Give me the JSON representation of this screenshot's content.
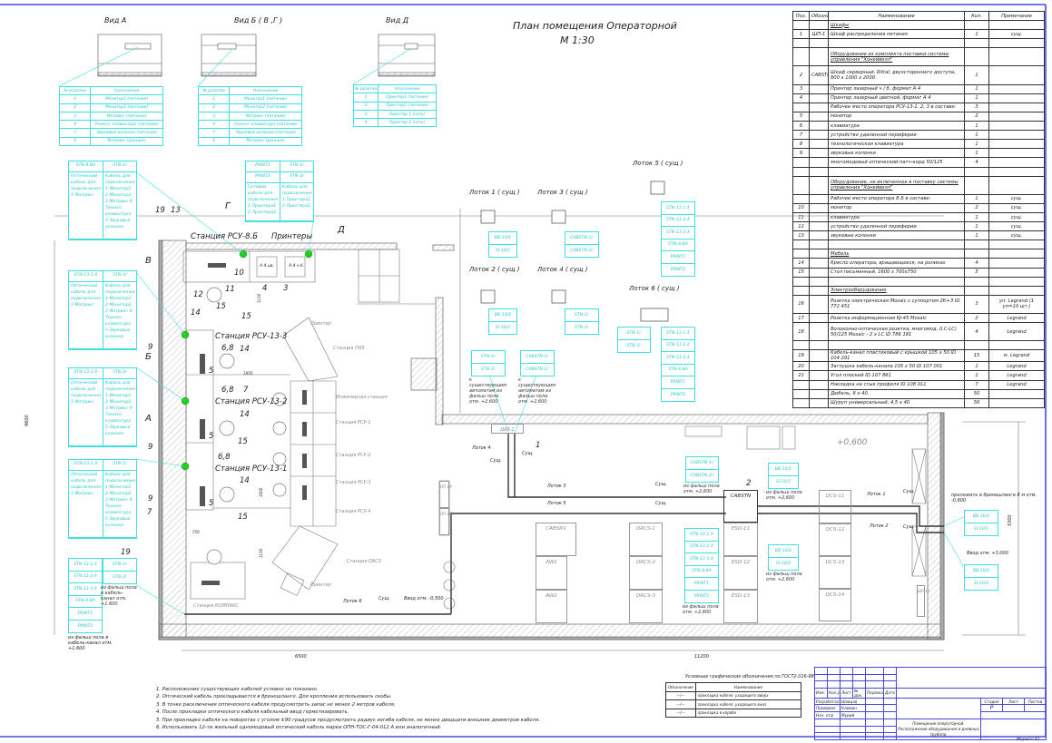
{
  "title": {
    "line1": "План помещения Операторной",
    "line2": "М 1:30"
  },
  "views": [
    {
      "title": "Вид А",
      "header": [
        "№ розетки",
        "Назначение"
      ],
      "rows": [
        [
          "1",
          "Монитор1 (питание)"
        ],
        [
          "2",
          "Монитор2 (питание)"
        ],
        [
          "3",
          "Матрикс (питание)"
        ],
        [
          "4",
          "Технол. клавиатура (питание)"
        ],
        [
          "5",
          "Звуковые колонки (питание)"
        ],
        [
          "6",
          "Матрикс (данные)"
        ]
      ]
    },
    {
      "title": "Вид Б ( В ,Г )",
      "header": [
        "№ розетки",
        "Назначение"
      ],
      "rows": [
        [
          "1",
          "Монитор1 (питание)"
        ],
        [
          "2",
          "Монитор2 (питание)"
        ],
        [
          "3",
          "Матрикс (питание)"
        ],
        [
          "4",
          "Технол. клавиатура (питание)"
        ],
        [
          "5",
          "Звуковые колонки (питание)"
        ],
        [
          "6",
          "Матрикс (данные)"
        ]
      ]
    },
    {
      "title": "Вид Д",
      "header": [
        "№ розетки",
        "Назначение"
      ],
      "rows": [
        [
          "1",
          "Принтер1 (питание)"
        ],
        [
          "2",
          "Принтер2 (питание)"
        ],
        [
          "3",
          "Принтер 1 (сеть)"
        ],
        [
          "4",
          "Принтер 2 (сеть)"
        ]
      ]
    }
  ],
  "spec": {
    "headers": [
      "Поз.",
      "Обозначение",
      "Наименование",
      "Кол.",
      "Примечание"
    ],
    "rows": [
      {
        "pos": "",
        "code": "",
        "name": "Шкафы",
        "qty": "",
        "note": "",
        "lines": 1,
        "sec": true
      },
      {
        "pos": "1",
        "code": "ШП-1",
        "name": "Шкаф распределения питания",
        "qty": "1",
        "note": "сущ.",
        "lines": 1
      },
      {
        "pos": "",
        "code": "",
        "name": "",
        "qty": "",
        "note": "",
        "lines": 1
      },
      {
        "pos": "",
        "code": "",
        "name": "Оборудование из комплекта поставки системы управления \"Хонейвелл\"",
        "qty": "",
        "note": "",
        "lines": 2,
        "sec": true
      },
      {
        "pos": "2",
        "code": "CABSTN",
        "name": "Шкаф серверный, Rittal, двухстороннего доступа, 800 x 1000 x 2000",
        "qty": "1",
        "note": "",
        "lines": 2
      },
      {
        "pos": "3",
        "code": "",
        "name": "Принтер лазерный ч / б, формат А 4",
        "qty": "1",
        "note": "",
        "lines": 1
      },
      {
        "pos": "4",
        "code": "",
        "name": "Принтер лазерный цветной, формат А 4",
        "qty": "1",
        "note": "",
        "lines": 1
      },
      {
        "pos": "",
        "code": "",
        "name": "Рабочее место оператора РСУ-13-1, 2, 3 в составе:",
        "qty": "3",
        "note": "",
        "lines": 1
      },
      {
        "pos": "5",
        "code": "",
        "name": "монитор",
        "qty": "2",
        "note": "",
        "lines": 1
      },
      {
        "pos": "6",
        "code": "",
        "name": "клавиатура",
        "qty": "1",
        "note": "",
        "lines": 1
      },
      {
        "pos": "7",
        "code": "",
        "name": "устройство удаленной периферии",
        "qty": "1",
        "note": "",
        "lines": 1
      },
      {
        "pos": "8",
        "code": "",
        "name": "технологическая клавиатура",
        "qty": "1",
        "note": "",
        "lines": 1
      },
      {
        "pos": "9",
        "code": "",
        "name": "звуковые колонки",
        "qty": "1",
        "note": "",
        "lines": 1
      },
      {
        "pos": "",
        "code": "",
        "name": "многомодовый оптический патч-корд 50/125",
        "qty": "4",
        "note": "",
        "lines": 1
      },
      {
        "pos": "",
        "code": "",
        "name": "",
        "qty": "",
        "note": "",
        "lines": 1
      },
      {
        "pos": "",
        "code": "",
        "name": "Оборудование, не включенное в поставку системы управления \"Хонейвелл\"",
        "qty": "",
        "note": "",
        "lines": 2,
        "sec": true
      },
      {
        "pos": "",
        "code": "",
        "name": "Рабочее место оператора В.Б в составе:",
        "qty": "1",
        "note": "сущ.",
        "lines": 1
      },
      {
        "pos": "10",
        "code": "",
        "name": "монитор",
        "qty": "2",
        "note": "сущ.",
        "lines": 1
      },
      {
        "pos": "11",
        "code": "",
        "name": "клавиатура",
        "qty": "1",
        "note": "сущ.",
        "lines": 1
      },
      {
        "pos": "12",
        "code": "",
        "name": "устройство удаленной периферии",
        "qty": "1",
        "note": "сущ.",
        "lines": 1
      },
      {
        "pos": "13",
        "code": "",
        "name": "звуковые колонки",
        "qty": "1",
        "note": "сущ.",
        "lines": 1
      },
      {
        "pos": "",
        "code": "",
        "name": "",
        "qty": "",
        "note": "",
        "lines": 1
      },
      {
        "pos": "",
        "code": "",
        "name": "Мебель",
        "qty": "",
        "note": "",
        "lines": 1,
        "sec": true
      },
      {
        "pos": "14",
        "code": "",
        "name": "Кресло оператора, вращающееся, на роликах",
        "qty": "4",
        "note": "",
        "lines": 1
      },
      {
        "pos": "15",
        "code": "",
        "name": "Стол письменный, 1600 x 700x750",
        "qty": "5",
        "note": "",
        "lines": 1
      },
      {
        "pos": "",
        "code": "",
        "name": "",
        "qty": "",
        "note": "",
        "lines": 1
      },
      {
        "pos": "",
        "code": "",
        "name": "Электрооборудование",
        "qty": "",
        "note": "",
        "lines": 1,
        "sec": true
      },
      {
        "pos": "16",
        "code": "",
        "name": "Розетка электрическая Mosaic с суппортом 2К+З ID 772 451",
        "qty": "3",
        "note": "уп. Legrand (1 уп=10 шт.)",
        "lines": 2
      },
      {
        "pos": "17",
        "code": "",
        "name": "Розетка информационная RJ-45 Mosaic",
        "qty": "2",
        "note": "Legrand",
        "lines": 1
      },
      {
        "pos": "18",
        "code": "",
        "name": "Волоконно-оптическая розетка, многомод, (LC-LC) 50/125 Mosaic - 2 x LC ID 786 181",
        "qty": "4",
        "note": "Legrand",
        "lines": 2
      },
      {
        "pos": "",
        "code": "",
        "name": "",
        "qty": "",
        "note": "",
        "lines": 1
      },
      {
        "pos": "19",
        "code": "",
        "name": "Кабель-канал пластиковый с крышкой 105 x 50 ID 104 291",
        "qty": "15",
        "note": "м. Legrand",
        "lines": 1
      },
      {
        "pos": "20",
        "code": "",
        "name": "Заглушка кабель-канала 105 x 50 ID 107 001",
        "qty": "1",
        "note": "Legrand",
        "lines": 1
      },
      {
        "pos": "21",
        "code": "",
        "name": "Угол плоский ID 107 861",
        "qty": "1",
        "note": "Legrand",
        "lines": 1
      },
      {
        "pos": "",
        "code": "",
        "name": "Накладка на стык профиля ID 108 011",
        "qty": "7",
        "note": "Legrand",
        "lines": 1
      },
      {
        "pos": "",
        "code": "",
        "name": "Дюбель, 8 x 40",
        "qty": "50",
        "note": "",
        "lines": 1
      },
      {
        "pos": "",
        "code": "",
        "name": "Шуруп универсальный, 4,5 x 40",
        "qty": "50",
        "note": "",
        "lines": 1
      }
    ]
  },
  "left_boxes": [
    {
      "h": [
        "STN-8.BA",
        "STN-2г"
      ],
      "b": [
        "Оптический кабель для подключения 1-Матрикс",
        "Кабель для подключения 1-Монитор1 2-Монитор2 3-Матрикс 4-Технол. клавиатура 5-Звуковые колонки"
      ]
    },
    {
      "h": [
        "STN-13-3.X",
        "STN-1г"
      ],
      "b": [
        "Оптический кабель для подключения 1-Матрикс",
        "Кабель для подключения 1-Монитор1 2-Монитор2 3-Матрикс 4-Технол. клавиатура 5-Звуковые колонки"
      ]
    },
    {
      "h": [
        "STN-13-2.X",
        "STN-2г"
      ],
      "b": [
        "Оптический кабель для подключения 1-Матрикс",
        "Кабель для подключения 1-Монитор1 2-Монитор2 3-Матрикс 4-Технол. клавиатура 5-Звуковые колонки"
      ]
    },
    {
      "h": [
        "STN-13-1.X",
        "STN-1г"
      ],
      "b": [
        "Оптический кабель для подключения 1-Матрикс",
        "Кабель для подключения 1-Монитор1 2-Монитор2 3-Матрикс 4-Технол. клавиатура 5-Звуковые колонки"
      ]
    }
  ],
  "printer_box": {
    "rows": [
      [
        "PRINT1",
        "STN-1г"
      ],
      [
        "PRINT2",
        "STN-2г"
      ]
    ],
    "b": [
      "Сетевой кабель для подключения 1-Принтера1 2-Принтера2",
      "Кабель для подключения 1-Принтера1 2-Принтера2"
    ]
  },
  "stacks": [
    {
      "cells": [
        "STN-13-1.X",
        "STN-13-2.X",
        "STN-13-3.X",
        "STN-8.BA",
        "PRINT1",
        "PRINT2"
      ]
    },
    {
      "cells": [
        "STN-1г",
        "STN-2г"
      ],
      "note": "из фальш пола в кабель-канал отм. +1.600"
    },
    {
      "cells": [
        "BB-10/1",
        "SI-10/1"
      ]
    },
    {
      "cells": [
        "CABSTN-1г",
        "CABSTN-2г"
      ]
    },
    {
      "cells": [
        "BB-10/2",
        "SI-10/2"
      ]
    },
    {
      "cells": [
        "STN-1г",
        "STN-2г"
      ]
    },
    {
      "cells": [
        "STN-13-1.X",
        "STN-13-2.X",
        "STN-13-3.X",
        "STN-8.BA",
        "PRINT1",
        "PRINT2"
      ]
    },
    {
      "cells": [
        "STN-1г",
        "STN-2г"
      ]
    },
    {
      "cells": [
        "STN-13-1.X",
        "STN-13-2.X",
        "STN-13-3.X",
        "STN-8.BA",
        "PRINT1",
        "PRINT2"
      ]
    },
    {
      "cells": [
        "STN-1г",
        "STN-2г"
      ],
      "note": "к существующим автоматам из фальш пола отм. +2,600"
    },
    {
      "cells": [
        "CABSTN-1г",
        "CABSTN-2г"
      ],
      "note": "к существующим автоматам из фальш пола отм. +2,600"
    },
    {
      "cells": [
        "CABSTN-1г",
        "CABSTN-2г"
      ],
      "note": "из фальш пола отм. +2,600"
    },
    {
      "cells": [
        "BB-10/1",
        "SI-10/1"
      ],
      "note": "из фальш пола отм. +2,600"
    },
    {
      "cells": [
        "STN-13-1.X",
        "STN-13-2.X",
        "STN-13-3.X",
        "STN-8.BA",
        "PRINT1",
        "PRINT2"
      ],
      "note": "из фальш пола отм. +2,600"
    },
    {
      "cells": [
        "BB-10/2",
        "SI-10/2"
      ],
      "note": "из фальш пола отм. +2,600"
    },
    {
      "cells": [
        "BB-10/1",
        "SI-10/1"
      ]
    },
    {
      "cells": [
        "BB-10/2",
        "SI-10/2"
      ]
    }
  ],
  "plan_texts": [
    "Лоток 1 ( сущ )",
    "Лоток 3 ( сущ )",
    "Лоток 2 ( сущ )",
    "Лоток 4 ( сущ )",
    "Лоток 5 ( сущ )",
    "Лоток 6 ( сущ )",
    "Станция РСУ-8.Б",
    "Принтеры",
    "Станция РСУ-13-3",
    "Станция РСУ-13-2",
    "Станция РСУ-13-1",
    "Принтер",
    "Станция ПАЗ",
    "Инженерная станция",
    "Станция РСУ-1",
    "Станция РСУ-2",
    "Станция РСУ-3",
    "Станция РСУ-4",
    "Станция DRCS",
    "Принтер",
    "Станция КОМПАКС",
    "из фальш пола в кабель-канал отм. +1.600",
    "Лоток 4",
    "Сущ.",
    "Сущ.",
    "Лоток 3",
    "Лоток 5",
    "Сущ.",
    "Сущ.",
    "Лоток 6",
    "Сущ.",
    "Ввод отм. -0,500",
    "Лоток 1",
    "Лоток 2",
    "Сущ.",
    "Сущ.",
    "проложить в бронешланге 8 м отм. -0,600",
    "Ввод отм. +3,000",
    "6500",
    "11200",
    "9600",
    "5300",
    "+0.600",
    "1850",
    "1600",
    "1150",
    "750",
    "1150",
    "В",
    "Б",
    "А",
    "Г",
    "Д",
    "19",
    "13",
    "10",
    "11",
    "12",
    "14",
    "15",
    "15",
    "4",
    "3",
    "9",
    "6,8",
    "14",
    "5",
    "7",
    "9",
    "6,8",
    "14",
    "5",
    "15",
    "6,8",
    "14",
    "9",
    "5",
    "15",
    "7",
    "19",
    "1",
    "2",
    "A 4 цв.",
    "A 4 ч.б."
  ],
  "equipment": [
    "CABSRV",
    "AW1",
    "AW2",
    "DRCS-1",
    "DRCS-2",
    "DRCS-3",
    "CABSTN",
    "ESD-11",
    "ESD-12",
    "ESD-13",
    "DCS-11",
    "DCS-12",
    "DCS-13",
    "DCS-14",
    "ШП-1",
    "ОП-1А",
    "ОП-1Б",
    "ШР-12"
  ],
  "notes": [
    "1. Расположение существующих кабелей условно не показано.",
    "2. Оптический кабель прокладывается в бронешланге. Для крепления использовать скобы.",
    "3. В точке расключения оптического кабеля предусмотреть запас не менее 2 метров кабеля.",
    "4. После прокладки оптического кабеля кабельный ввод герметизировать.",
    "5. При прокладке кабеля на поворотах с уголом ±90 градусов предусмотреть радиус изгиба кабеля, не менее двадцати внешних диаметров кабеля.",
    "6. Использовать 12-ти жильный одномодовый оптический кабель марки ОПН-ТОС-Г-04-012 А или аналогичный."
  ],
  "legend": {
    "title": "Условные графические обозначения по ГОСТ2.016-88",
    "headers": [
      "Обозначение",
      "Наименование"
    ],
    "rows": [
      "прокладка кабеля, уходящего вверх",
      "прокладка кабеля, уходящего вниз",
      "прокладка в коробе"
    ]
  },
  "stamp": {
    "cols": [
      "Изм.",
      "Кол.уч.",
      "Лист",
      "№ док.",
      "Подпись",
      "Дата"
    ],
    "roles": [
      [
        "Разработал",
        "Шевцов"
      ],
      [
        "Проверил",
        "Климин"
      ],
      [
        "Нач. отд.",
        "Мурий"
      ]
    ],
    "stage_h": [
      "Стадия",
      "Лист",
      "Листов"
    ],
    "stage": "Р",
    "doc": [
      "Помещение операторной.",
      "Расположение оборудования и дневных трубопр."
    ],
    "format": "Формат А1"
  },
  "colors": {
    "cyan": "#3ee0e0",
    "frame": "#4848e0",
    "green": "#22cc22"
  }
}
